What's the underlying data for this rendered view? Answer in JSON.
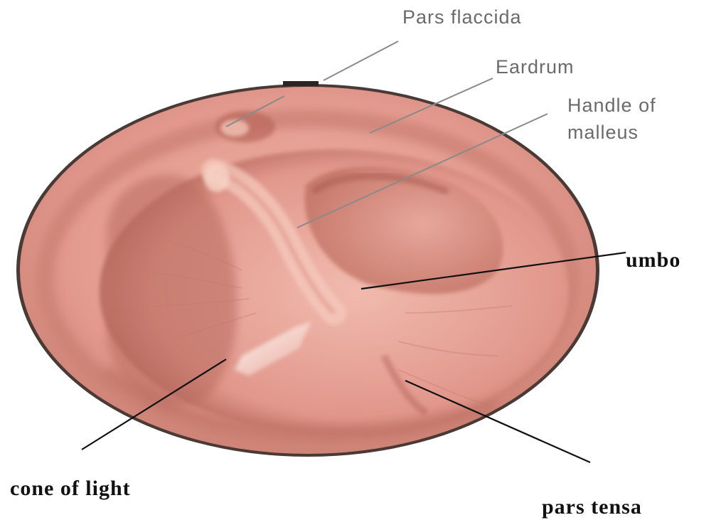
{
  "labels": {
    "pars_flaccida": "Pars flaccida",
    "eardrum": "Eardrum",
    "handle_of_malleus_line1": "Handle of",
    "handle_of_malleus_line2": "malleus",
    "umbo": "umbo",
    "cone_of_light": "cone of light",
    "pars_tensa": "pars tensa"
  },
  "colors": {
    "membrane_base": "#e39a8e",
    "membrane_light": "#f2bcb0",
    "membrane_dark": "#b86a5f",
    "rim": "#4a3a36",
    "reflex": "#fbeae4"
  }
}
